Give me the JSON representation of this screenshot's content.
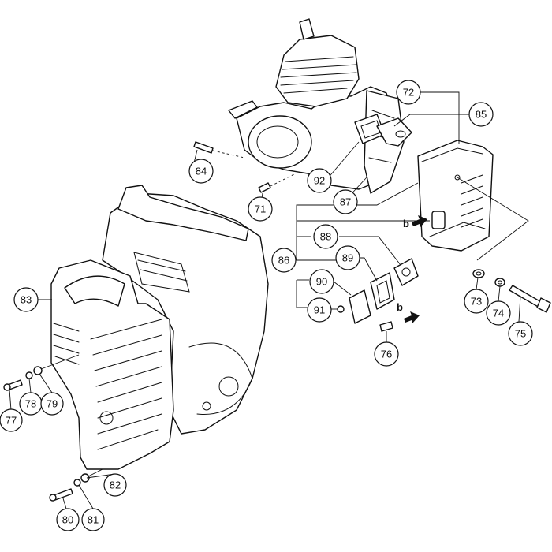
{
  "callouts": {
    "c71": "71",
    "c72": "72",
    "c73": "73",
    "c74": "74",
    "c75": "75",
    "c76": "76",
    "c77": "77",
    "c78": "78",
    "c79": "79",
    "c80": "80",
    "c81": "81",
    "c82": "82",
    "c83": "83",
    "c84": "84",
    "c85": "85",
    "c86": "86",
    "c87": "87",
    "c88": "88",
    "c89": "89",
    "c90": "90",
    "c91": "91",
    "c92": "92"
  },
  "reference_marks": {
    "b_upper": "b",
    "b_lower": "b"
  }
}
